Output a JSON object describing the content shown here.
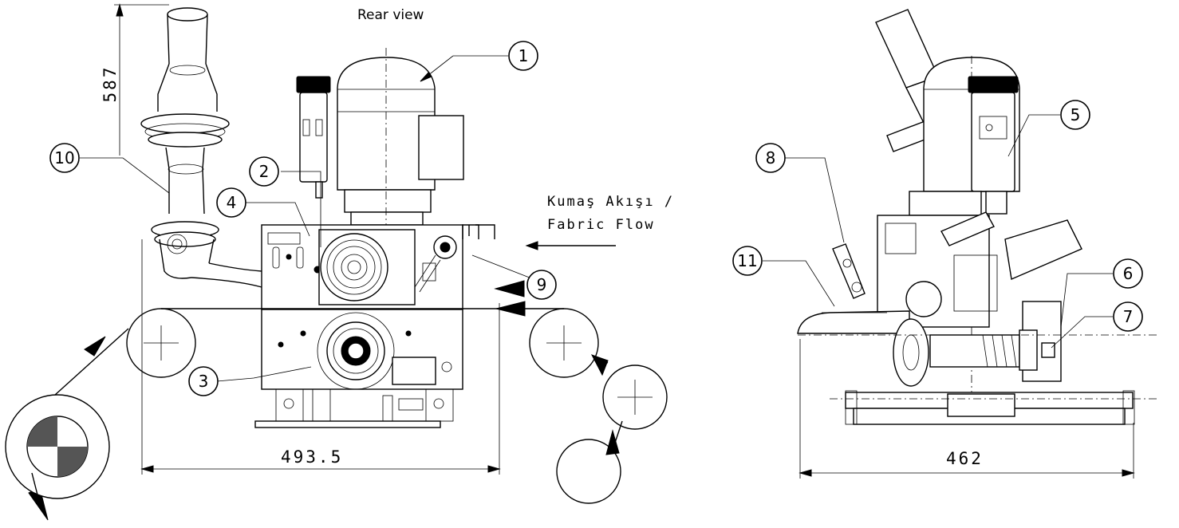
{
  "title": "Rear view",
  "flow_label": {
    "line1": "Kumaş Akışı /",
    "line2": "Fabric Flow"
  },
  "dimensions": {
    "height": "587",
    "width_rear": "493.5",
    "width_side": "462"
  },
  "callouts": [
    "1",
    "2",
    "3",
    "4",
    "5",
    "6",
    "7",
    "8",
    "9",
    "10",
    "11"
  ]
}
